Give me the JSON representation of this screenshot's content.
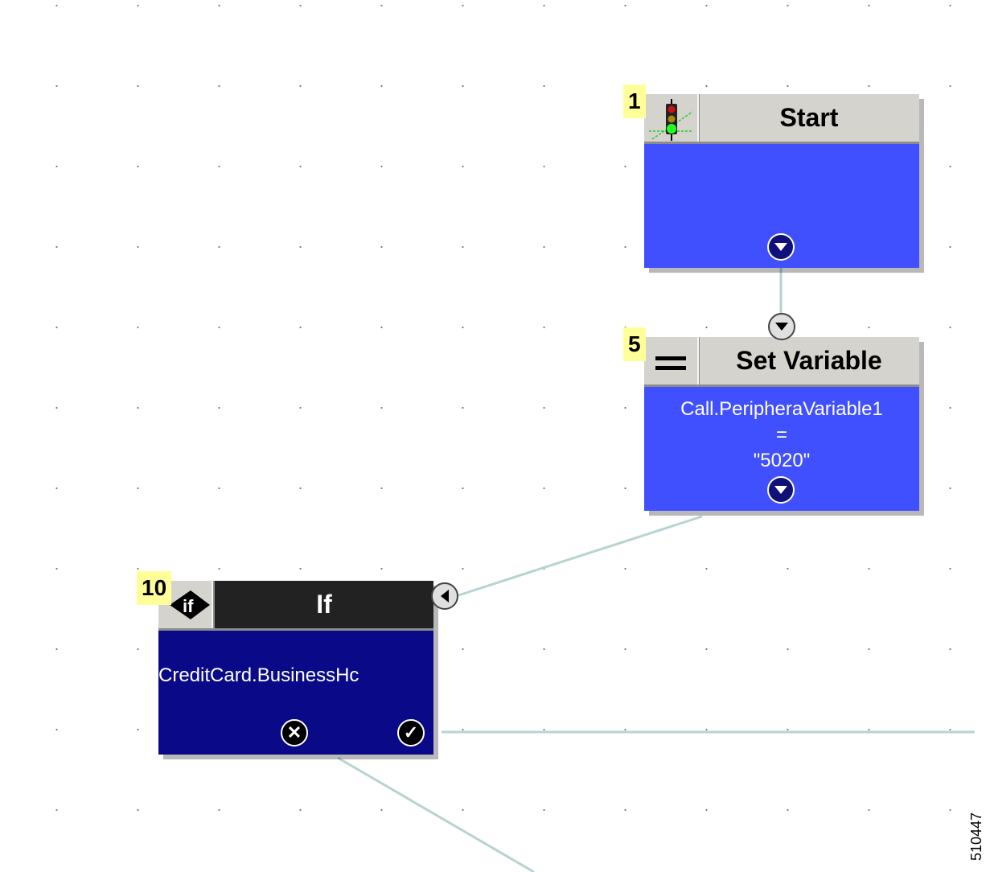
{
  "nodes": {
    "start": {
      "badge": "1",
      "title": "Start",
      "icon": "traffic-light-icon",
      "body_lines": []
    },
    "set_variable": {
      "badge": "5",
      "title": "Set Variable",
      "icon": "equals-icon",
      "body_lines": [
        "Call.PeripheraVariable1",
        "=",
        "\"5020\""
      ]
    },
    "if": {
      "badge": "10",
      "title": "If",
      "icon": "if-diamond-icon",
      "body_lines": [
        "urs.CreditCard.BusinessHc"
      ],
      "false_icon": "x-icon",
      "true_icon": "check-icon"
    }
  },
  "figure_id": "510447",
  "colors": {
    "node_body": "#4150ff",
    "if_body": "#0a0a88",
    "header": "#d5d3ce",
    "badge": "#ffff99",
    "wire": "#b8d2d2"
  }
}
